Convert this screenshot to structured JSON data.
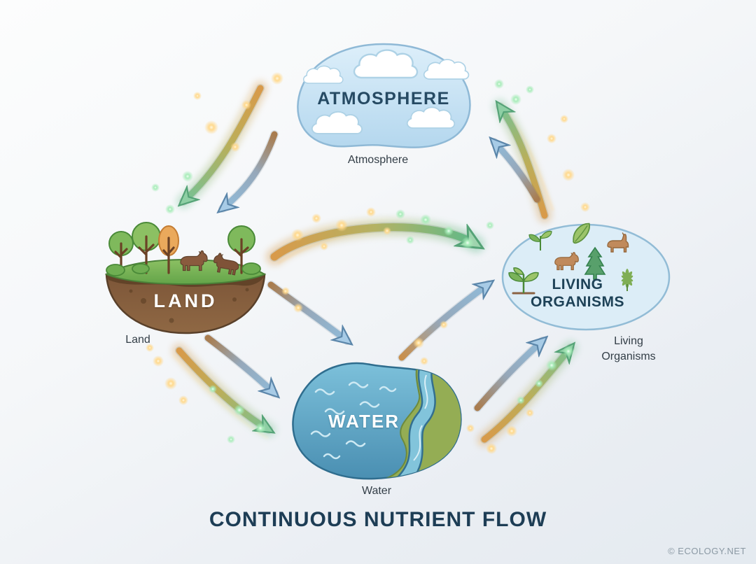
{
  "title": {
    "text": "CONTINUOUS NUTRIENT FLOW"
  },
  "footer": {
    "credit": "© ECOLOGY.NET"
  },
  "nodes": {
    "atmosphere": {
      "label": "ATMOSPHERE",
      "caption": "Atmosphere",
      "icon": "clouds-icon"
    },
    "land": {
      "label": "LAND",
      "caption": "Land",
      "icon": "land-trees-cows-icon"
    },
    "water": {
      "label": "WATER",
      "caption": "Water",
      "icon": "lake-river-icon"
    },
    "living_organisms": {
      "label": "LIVING ORGANISMS",
      "caption": "Living Organisms",
      "icon": "plants-animals-icon"
    }
  },
  "diagram": {
    "type": "cycle-diagram",
    "edges": [
      {
        "from": "Atmosphere",
        "to": "Land",
        "style": "green-sparkle-arrow"
      },
      {
        "from": "Atmosphere",
        "to": "Land",
        "style": "blue-arrow"
      },
      {
        "from": "Land",
        "to": "Living Organisms",
        "style": "green-sparkle-arrow"
      },
      {
        "from": "Land",
        "to": "Water",
        "style": "blue-arrow"
      },
      {
        "from": "Land",
        "to": "Water",
        "style": "blue-arrow"
      },
      {
        "from": "Land",
        "to": "Water",
        "style": "green-sparkle-arrow"
      },
      {
        "from": "Water",
        "to": "Living Organisms",
        "style": "blue-arrow"
      },
      {
        "from": "Water",
        "to": "Living Organisms",
        "style": "blue-arrow"
      },
      {
        "from": "Water",
        "to": "Living Organisms",
        "style": "green-sparkle-arrow"
      },
      {
        "from": "Living Organisms",
        "to": "Atmosphere",
        "style": "green-sparkle-arrow"
      },
      {
        "from": "Living Organisms",
        "to": "Atmosphere",
        "style": "blue-arrow"
      }
    ],
    "colors": {
      "green_arrow": "#74c295",
      "blue_arrow": "#8fbcdb",
      "orange_glow": "#e8b266",
      "node_blue_fill": "#c9e2f2",
      "soil_brown": "#7a5438",
      "water_blue": "#5b9cbe",
      "label_navy": "#264a63",
      "label_white": "#ffffff",
      "caption_dark": "#333e47",
      "title_navy": "#1d3d55"
    }
  }
}
